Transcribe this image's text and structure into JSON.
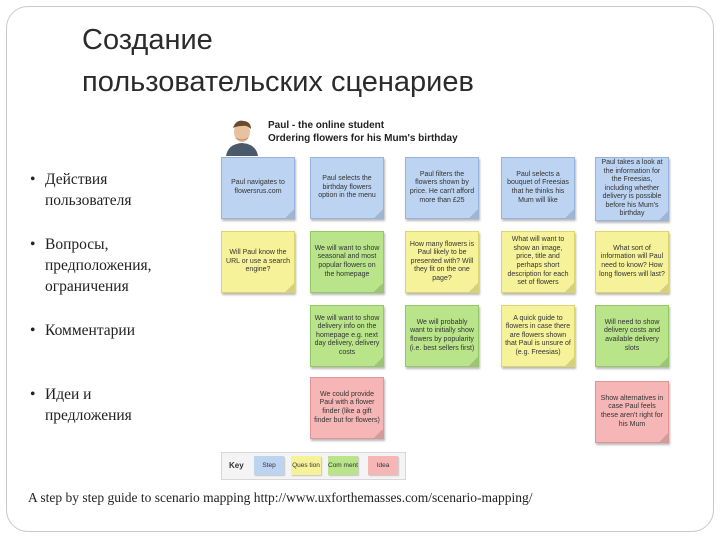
{
  "title": {
    "line1": "Создание",
    "line2": "пользовательских сценариев"
  },
  "bullets": [
    {
      "marker": "•",
      "lines": [
        "Действия",
        "пользователя"
      ]
    },
    {
      "marker": "•",
      "lines": [
        "Вопросы,",
        "предположения,",
        "ограничения"
      ]
    },
    {
      "marker": "•",
      "lines": [
        "Комментарии"
      ]
    },
    {
      "marker": "•",
      "lines": [
        "Идеи и",
        "предложения"
      ]
    }
  ],
  "persona": {
    "name": "Paul - the online student",
    "scenario": "Ordering flowers for his Mum's birthday"
  },
  "notes": [
    {
      "type": "step",
      "text": "Paul navigates to flowersrus.com"
    },
    {
      "type": "step",
      "text": "Paul selects the birthday flowers option in the menu"
    },
    {
      "type": "step",
      "text": "Paul filters the flowers shown by price. He can't afford more than £25"
    },
    {
      "type": "step",
      "text": "Paul selects a bouquet of Freesias that he thinks his Mum will like"
    },
    {
      "type": "step",
      "text": "Paul takes a look at the information for the Freesias, including whether delivery is possible before his Mum's birthday"
    },
    {
      "type": "question",
      "text": "Will Paul know the URL or use a search engine?"
    },
    {
      "type": "comment",
      "text": "We will want to show seasonal and most popular flowers on the homepage"
    },
    {
      "type": "question",
      "text": "How many flowers is Paul likely to be presented with? Will they fit on the one page?"
    },
    {
      "type": "question",
      "text": "What will want to show an image, price, title and perhaps short description for each set of flowers"
    },
    {
      "type": "question",
      "text": "What sort of information will Paul need to know? How long flowers will last?"
    },
    {
      "type": "comment",
      "text": "We will want to show delivery info on the homepage e.g. next day delivery, delivery costs"
    },
    {
      "type": "comment",
      "text": "We will probably want to initially show flowers by popularity (i.e. best sellers first)"
    },
    {
      "type": "question",
      "text": "A quick guide to flowers in case there are flowers shown that Paul is unsure of (e.g. Freesias)"
    },
    {
      "type": "comment",
      "text": "Will need to show delivery costs and available delivery slots"
    },
    {
      "type": "idea",
      "text": "We could provide Paul with a flower finder (like a gift finder but for flowers)"
    },
    {
      "type": "idea",
      "text": "Show alternatives in case Paul feels these aren't right for his Mum"
    }
  ],
  "key": {
    "label": "Key",
    "step": "Step",
    "question": "Ques tion",
    "comment": "Com ment",
    "idea": "Idea"
  },
  "footer": "A step by step guide to scenario mapping http://www.uxforthemasses.com/scenario-mapping/",
  "colors": {
    "step": "#bcd3f1",
    "question": "#f6f29a",
    "comment": "#b9e48a",
    "idea": "#f6b6b6"
  }
}
